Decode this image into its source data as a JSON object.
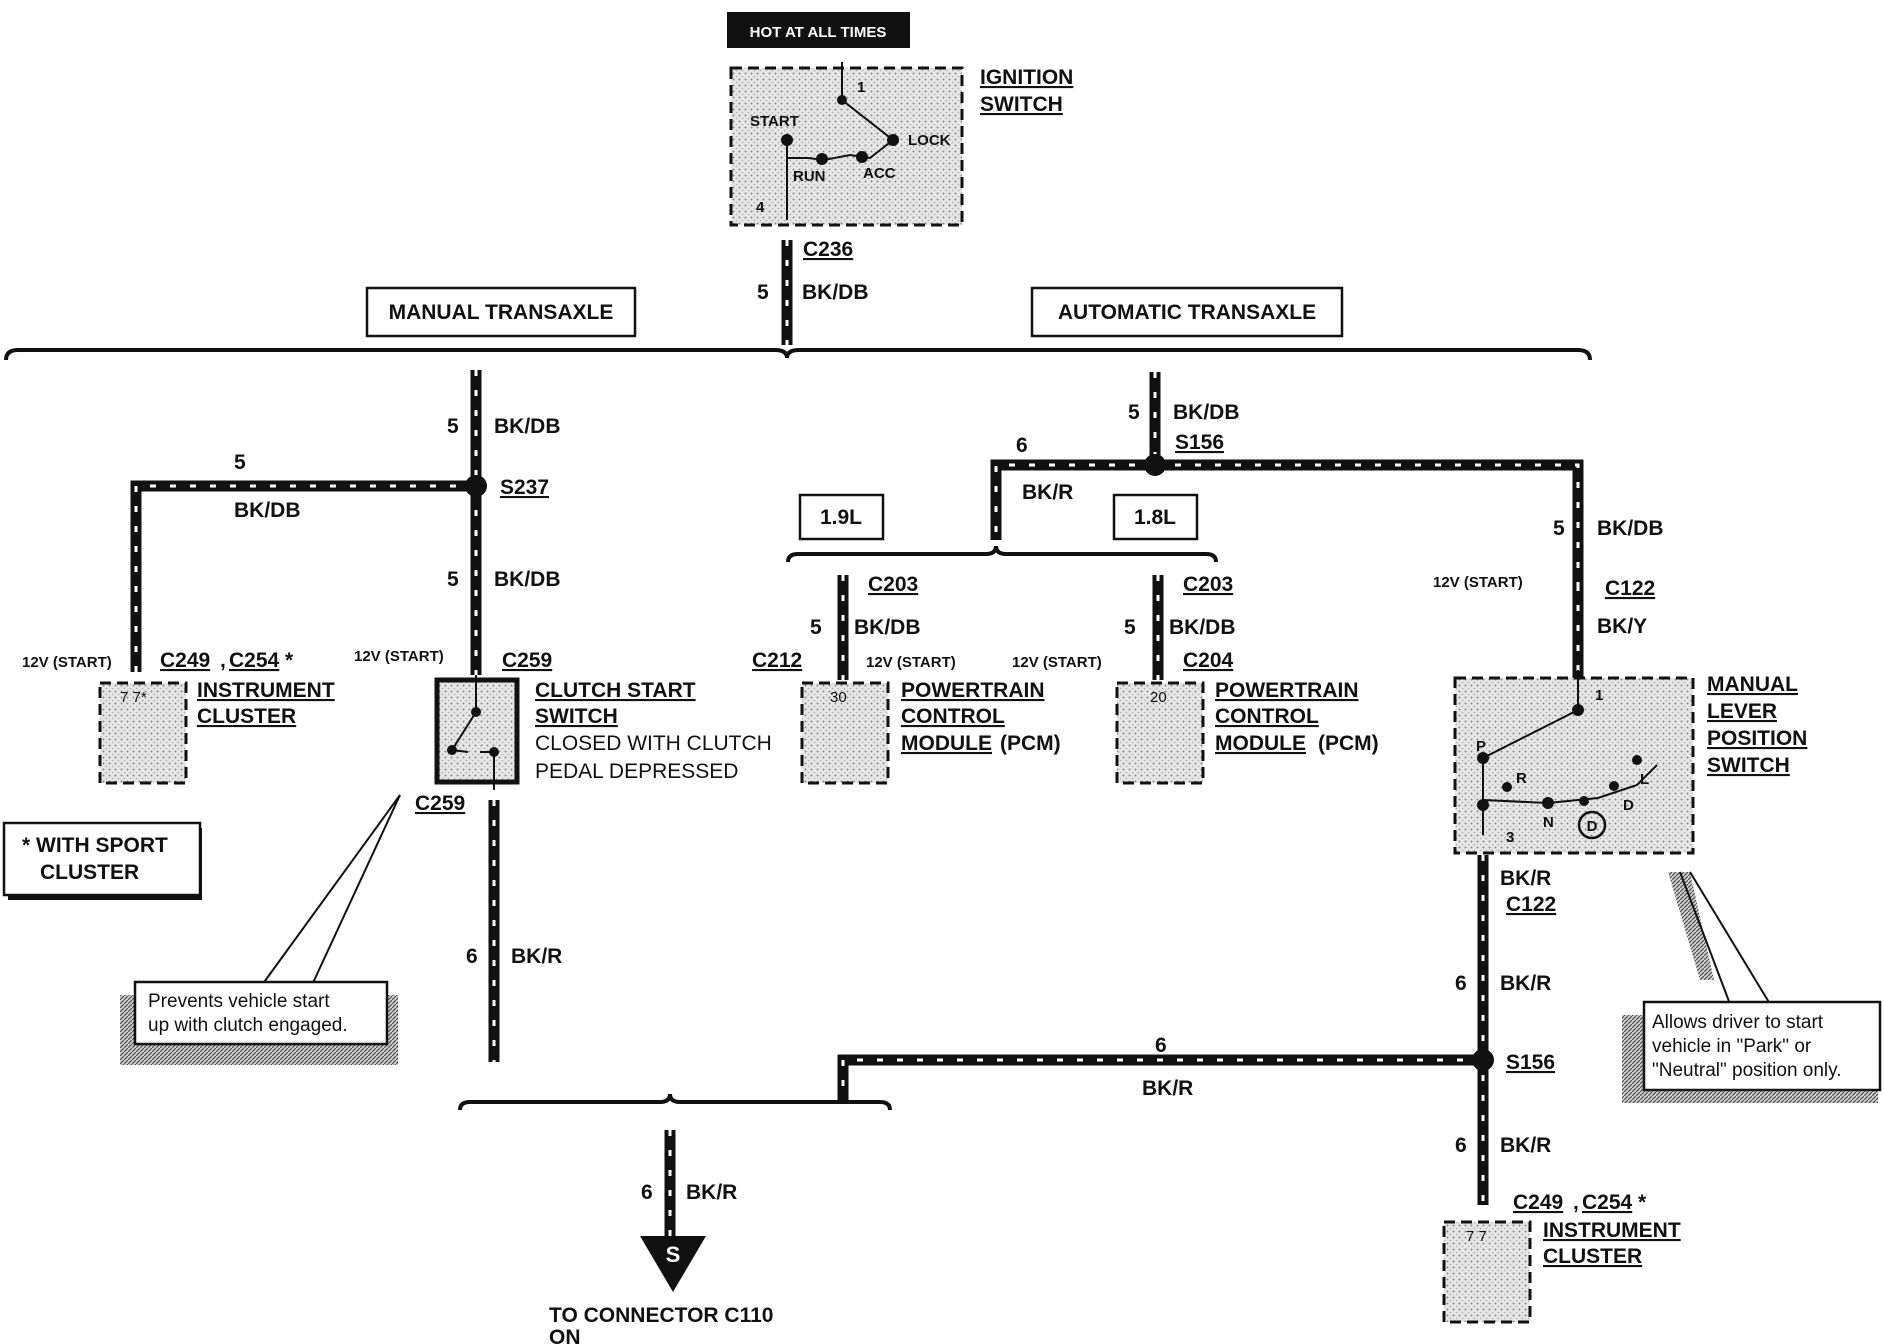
{
  "header": {
    "hot_label": "HOT AT ALL TIMES"
  },
  "ignition": {
    "title1": "IGNITION",
    "title2": "SWITCH",
    "pos_start": "START",
    "pos_lock": "LOCK",
    "pos_run": "RUN",
    "pos_acc": "ACC",
    "pin_1": "1",
    "pin_4": "4"
  },
  "main_feed": {
    "connector": "C236",
    "circuit": "5",
    "color": "BK/DB"
  },
  "branches": {
    "manual": "MANUAL TRANSAXLE",
    "automatic": "AUTOMATIC TRANSAXLE"
  },
  "manual_side": {
    "top_circuit": "5",
    "top_color": "BK/DB",
    "splice": "S237",
    "left_circuit": "5",
    "left_color": "BK/DB",
    "down_circuit": "5",
    "down_color": "BK/DB",
    "ic_voltage": "12V (START)",
    "ic_conn_a": "C249",
    "ic_sep": ",",
    "ic_conn_b": "C254",
    "ic_star": "*",
    "ic_pins": "7  7*",
    "ic_title1": "INSTRUMENT",
    "ic_title2": "CLUSTER",
    "cs_voltage": "12V (START)",
    "cs_conn_top": "C259",
    "cs_conn_bottom": "C259",
    "cs_title1": "CLUTCH START",
    "cs_title2": "SWITCH",
    "cs_desc1": "CLOSED WITH CLUTCH",
    "cs_desc2": "PEDAL DEPRESSED",
    "out_circuit": "6",
    "out_color": "BK/R"
  },
  "sport_note": {
    "line1": "* WITH SPORT",
    "line2": "CLUSTER"
  },
  "clutch_callout": {
    "line1": "Prevents vehicle start",
    "line2": "up with clutch engaged."
  },
  "auto_side": {
    "top_circuit": "5",
    "top_color": "BK/DB",
    "splice": "S156",
    "left_circuit": "6",
    "left_color": "BK/R",
    "engine_a": "1.9L",
    "engine_b": "1.8L",
    "pcm_a": {
      "conn": "C203",
      "circuit": "5",
      "color": "BK/DB",
      "conn2": "C212",
      "voltage": "12V (START)",
      "pin": "30"
    },
    "pcm_b": {
      "conn": "C203",
      "circuit": "5",
      "color": "BK/DB",
      "conn2": "C204",
      "voltage": "12V (START)",
      "pin": "20"
    },
    "pcm_title1": "POWERTRAIN",
    "pcm_title2": "CONTROL",
    "pcm_title3": "MODULE",
    "pcm_title3b": "(PCM)",
    "right_circuit": "5",
    "right_color": "BK/DB",
    "mlps_voltage": "12V (START)",
    "mlps_conn": "C122",
    "mlps_in_color": "BK/Y",
    "mlps_title1": "MANUAL",
    "mlps_title2": "LEVER",
    "mlps_title3": "POSITION",
    "mlps_title4": "SWITCH",
    "mlps_p": "P",
    "mlps_r": "R",
    "mlps_n": "N",
    "mlps_d": "D",
    "mlps_l": "L",
    "mlps_od": "D",
    "mlps_pin1": "1",
    "mlps_pin3": "3",
    "mlps_out_color": "BK/R",
    "mlps_out_conn": "C122",
    "down_circuit": "6",
    "down_color": "BK/R",
    "ic_circuit": "6",
    "ic_color": "BK/R",
    "ic_conn_a": "C249",
    "ic_sep": ",",
    "ic_conn_b": "C254",
    "ic_star": "*",
    "ic_pins": "7  7",
    "ic_title1": "INSTRUMENT",
    "ic_title2": "CLUSTER"
  },
  "mlps_callout": {
    "line1": "Allows driver to start",
    "line2": "vehicle in \"Park\" or",
    "line3": "\"Neutral\" position only."
  },
  "output": {
    "circuit": "6",
    "color": "BK/R",
    "symbol": "S",
    "dest1": "TO CONNECTOR C110",
    "dest2": "ON"
  }
}
